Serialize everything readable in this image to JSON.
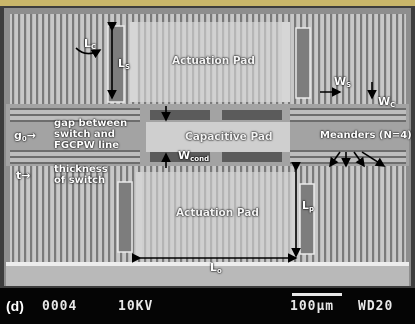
{
  "figure": {
    "panel_letter": "(d)",
    "labels": {
      "actuation_pad_top": "Actuation Pad",
      "actuation_pad_bottom": "Actuation Pad",
      "capacitive_pad": "Capacitive Pad",
      "meanders": "Meanders (N=4)",
      "gap_symbol": "g",
      "gap_subscript": "0",
      "gap_desc": [
        "gap between",
        "switch and",
        "FGCPW line"
      ],
      "thickness_symbol": "t",
      "thickness_desc": [
        "thickness",
        "of switch"
      ],
      "lc_symbol": "L",
      "lc_subscript": "C",
      "ls_symbol": "L",
      "ls_subscript": "S",
      "wcond_symbol": "W",
      "wcond_subscript": "cond",
      "ws_symbol": "W",
      "ws_subscript": "S",
      "wc_symbol": "W",
      "wc_subscript": "C",
      "lp_symbol": "L",
      "lp_subscript": "p",
      "lo_symbol": "L",
      "lo_subscript": "o"
    },
    "info_bar": {
      "image_number": "0004",
      "voltage": "10KV",
      "scale": "100μm",
      "working_distance": "WD20"
    }
  }
}
